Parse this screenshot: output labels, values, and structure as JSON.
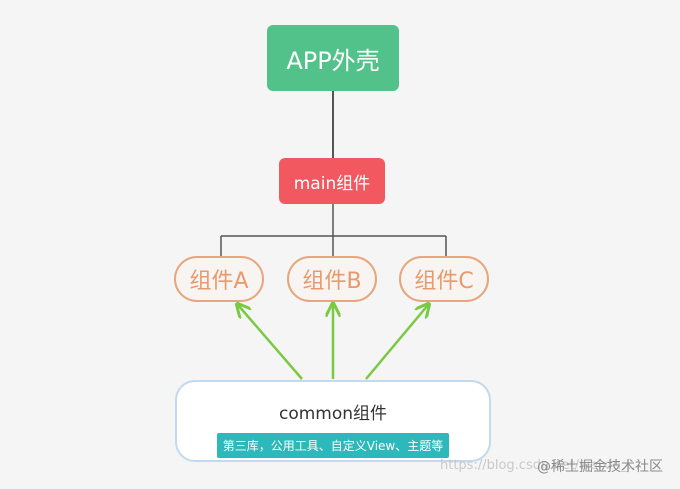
{
  "diagram": {
    "top_node": {
      "label": "APP外壳",
      "color": "#52c28a"
    },
    "main_node": {
      "label": "main组件",
      "color": "#f2585f"
    },
    "components": [
      {
        "label": "组件A"
      },
      {
        "label": "组件B"
      },
      {
        "label": "组件C"
      }
    ],
    "component_color": "#e79a6b",
    "common_node": {
      "title": "common组件",
      "subtitle": "第三库，公用工具、自定义View、主题等",
      "subtitle_bg": "#2db8bb"
    },
    "arrow_color": "#7ac943",
    "line_color": "#555555"
  },
  "watermark": {
    "url": "https://blog.csdn.net/weixin_...",
    "brand": "@稀土掘金技术社区"
  }
}
